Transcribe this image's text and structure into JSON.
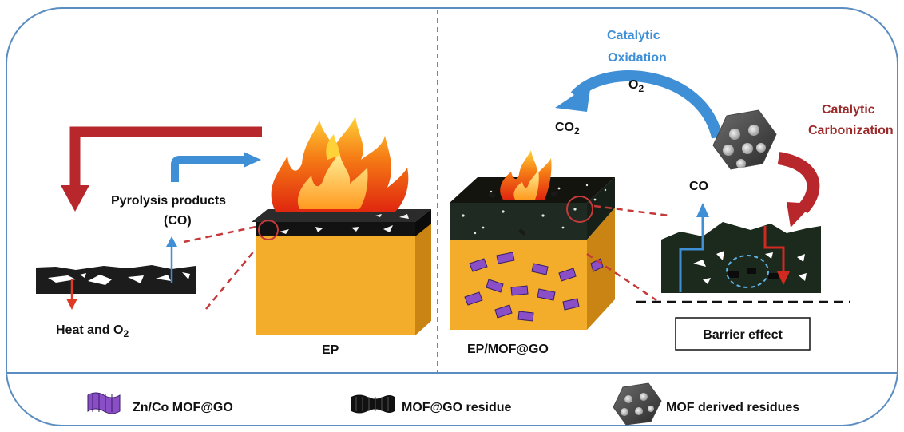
{
  "left_panel": {
    "pyrolysis_line1": "Pyrolysis products",
    "pyrolysis_line2": "(CO)",
    "heat_prefix": "Heat and O",
    "heat_sub": "2",
    "block_label": "EP"
  },
  "right_panel": {
    "oxidation_line1": "Catalytic",
    "oxidation_line2": "Oxidation",
    "o2_main": "O",
    "o2_sub": "2",
    "co2_main": "CO",
    "co2_sub": "2",
    "carbonization_line1": "Catalytic",
    "carbonization_line2": "Carbonization",
    "co_label": "CO",
    "block_label": "EP/MOF@GO",
    "barrier_label": "Barrier effect"
  },
  "legend": {
    "item1": "Zn/Co MOF@GO",
    "item2": "MOF@GO residue",
    "item3": "MOF derived residues"
  },
  "colors": {
    "border": "#5b8dc0",
    "red_arrow": "#b8272b",
    "blue_arrow": "#3f8fd6",
    "block_orange": "#f3ad2a",
    "char_dark": "#1c1c1c",
    "mof_purple": "#8a4fc6",
    "carbonization_text": "#9b2a2a",
    "oxidation_text": "#3f8fd6"
  }
}
